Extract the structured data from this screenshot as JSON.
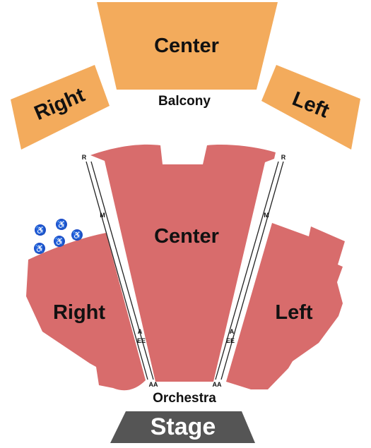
{
  "colors": {
    "balcony": "#F3AB5C",
    "orchestra": "#D86C6C",
    "stage": "#555555",
    "accessible": "#1F4FC9"
  },
  "balcony": {
    "label": "Balcony",
    "sections": {
      "center": "Center",
      "right": "Right",
      "left": "Left"
    }
  },
  "orchestra": {
    "label": "Orchestra",
    "sections": {
      "center": "Center",
      "right": "Right",
      "left": "Left"
    }
  },
  "stage": {
    "label": "Stage"
  },
  "row_labels": {
    "left_aisle": [
      "R",
      "M",
      "A",
      "EE",
      "AA"
    ],
    "right_aisle": [
      "R",
      "M",
      "A",
      "EE",
      "AA"
    ]
  },
  "accessible_seating": {
    "icon": "wheelchair-icon",
    "glyph": "♿",
    "count": 5
  }
}
